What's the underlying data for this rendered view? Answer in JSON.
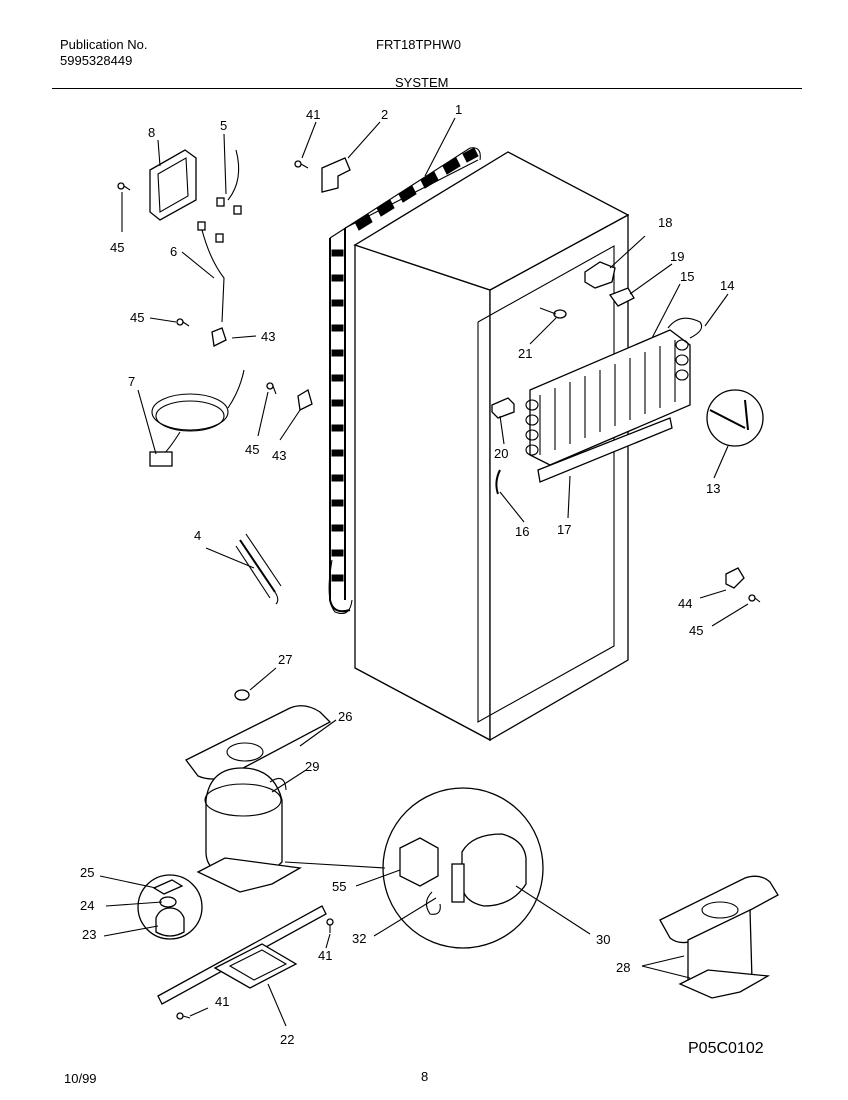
{
  "header": {
    "publication_label": "Publication No.",
    "publication_number": "5995328449",
    "model": "FRT18TPHW0",
    "section": "SYSTEM"
  },
  "footer": {
    "date": "10/99",
    "page": "8",
    "diagram_code": "P05C0102"
  },
  "callouts": {
    "c1": "1",
    "c2": "2",
    "c4": "4",
    "c5": "5",
    "c6": "6",
    "c7": "7",
    "c8": "8",
    "c13": "13",
    "c14": "14",
    "c15": "15",
    "c16": "16",
    "c17": "17",
    "c18": "18",
    "c19": "19",
    "c20": "20",
    "c21": "21",
    "c22": "22",
    "c23": "23",
    "c24": "24",
    "c25": "25",
    "c26": "26",
    "c27": "27",
    "c28": "28",
    "c29": "29",
    "c30": "30",
    "c32": "32",
    "c41a": "41",
    "c41b": "41",
    "c41c": "41",
    "c43a": "43",
    "c43b": "43",
    "c44": "44",
    "c45a": "45",
    "c45b": "45",
    "c45c": "45",
    "c45d": "45",
    "c55": "55"
  }
}
